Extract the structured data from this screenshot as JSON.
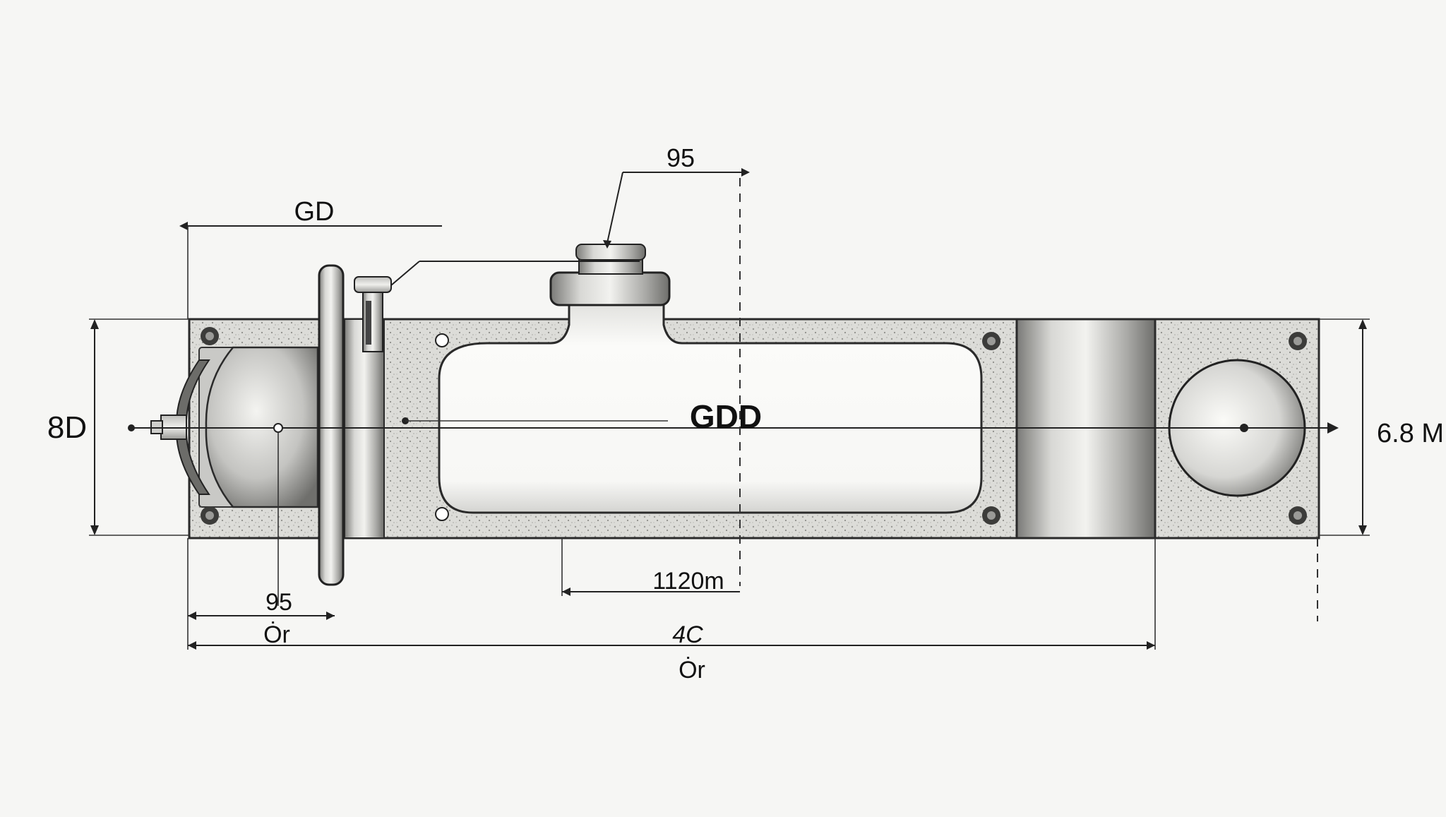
{
  "labels": {
    "top_dimension": "95",
    "left_overall": "GD",
    "center_label": "GDD",
    "left_height": "8D",
    "right_height": "6.8 M",
    "mid_length": "1120m",
    "bottom_left_dim": "95",
    "bottom_left_sub": "Ȯr",
    "bottom_overall": "4C",
    "bottom_overall_sub": "Ȯr"
  },
  "colors": {
    "background": "#f6f6f4",
    "metal_light": "#e6e6e3",
    "metal_dark": "#8f8f8c",
    "line": "#222222"
  }
}
